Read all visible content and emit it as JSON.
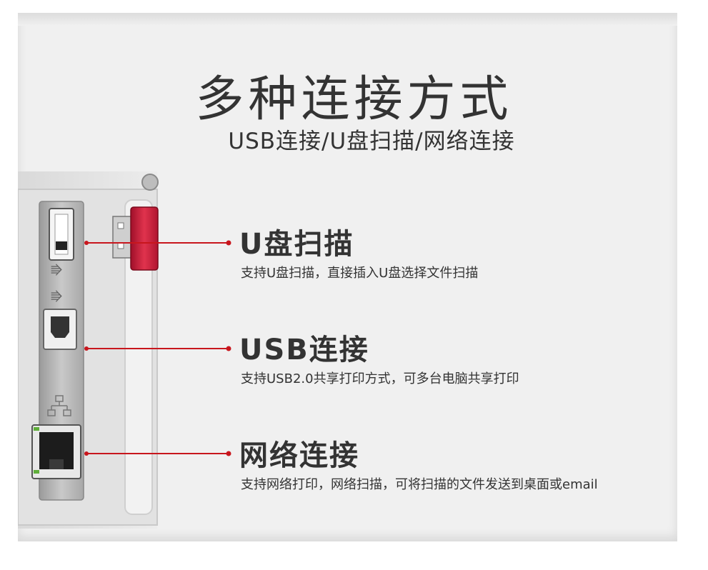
{
  "heading": {
    "title": "多种连接方式",
    "subtitle": "USB连接/U盘扫描/网络连接"
  },
  "features": [
    {
      "title": "U盘扫描",
      "desc": "支持U盘扫描，直接插入U盘选择文件扫描"
    },
    {
      "title": "USB连接",
      "desc": "支持USB2.0共享打印方式，可多台电脑共享打印"
    },
    {
      "title": "网络连接",
      "desc": "支持网络打印，网络扫描，可将扫描的文件发送到桌面或email"
    }
  ],
  "colors": {
    "accent": "#c8161d",
    "text": "#333333",
    "panel": "#f0f0f0"
  }
}
